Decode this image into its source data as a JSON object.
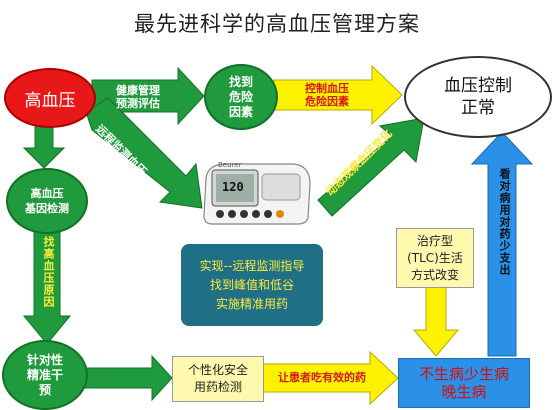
{
  "title": "最先进科学的高血压管理方案",
  "nodes": {
    "hypertension": "高血压",
    "gene_test": [
      "高血压",
      "基因检测"
    ],
    "targeted": [
      "针对性",
      "精准干",
      "预"
    ],
    "find_risk": [
      "找到",
      "危险",
      "因素"
    ],
    "bp_normal": [
      "血压控制",
      "正常"
    ],
    "remote": [
      "实现--远程监测指导",
      "找到峰值和低谷",
      "实施精准用药"
    ],
    "tlc": [
      "治疗型",
      "(TLC)生活",
      "方式改变"
    ],
    "personal": [
      "个性化安全",
      "用药检测"
    ],
    "outcome": [
      "不生病少生病",
      "晚生病"
    ]
  },
  "edge_labels": {
    "health_mgmt": [
      "健康管理",
      "预测评估"
    ],
    "control_risk": [
      "控制血压",
      "危险因素"
    ],
    "remote_monitor": "远程监测血压",
    "dynamic_observe": "动态观察血压变化",
    "find_cause": "找高血压原因",
    "effective_med": "让患者吃有效的药",
    "less_spending": "看对病用对药少支出"
  },
  "device": {
    "brand": "Beurer",
    "reading": "120"
  },
  "colors": {
    "green": "#1f9a3c",
    "red": "#e81818",
    "yellow": "#fff200",
    "blue": "#2a90e8",
    "teal": "#1f6f86"
  }
}
